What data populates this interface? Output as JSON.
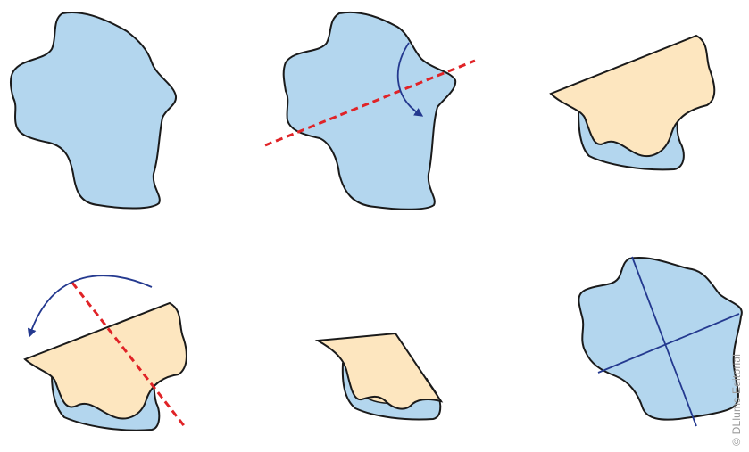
{
  "colors": {
    "paper_blue": "#b3d6ee",
    "paper_folded": "#fde6bf",
    "outline": "#1a1a1a",
    "fold_line": "#e02327",
    "arrow": "#24398f",
    "crease": "#24398f",
    "credit": "#9a9a9a"
  },
  "panels": [
    {
      "id": "1",
      "step": "original-sheet",
      "has_fold_line": false,
      "has_arrow": false
    },
    {
      "id": "2",
      "step": "first-fold-line",
      "has_fold_line": true,
      "has_arrow": true
    },
    {
      "id": "3",
      "step": "first-fold-result",
      "has_fold_line": false,
      "has_arrow": false
    },
    {
      "id": "4",
      "step": "second-fold-line",
      "has_fold_line": true,
      "has_arrow": true
    },
    {
      "id": "5",
      "step": "second-fold-result",
      "has_fold_line": false,
      "has_arrow": false
    },
    {
      "id": "6",
      "step": "unfolded-with-creases",
      "has_fold_line": false,
      "has_arrow": false
    }
  ],
  "credit": "© DLlums Editorial"
}
